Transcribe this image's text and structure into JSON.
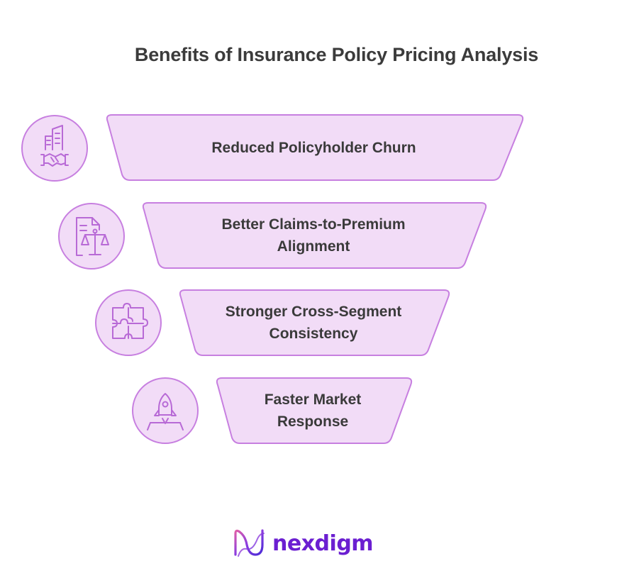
{
  "title": "Benefits of Insurance Policy Pricing Analysis",
  "colors": {
    "fill": "#f2dcf7",
    "stroke": "#c77fe0",
    "icon": "#b86ad6",
    "title": "#3b3b3b",
    "brand": "#6b1fd1"
  },
  "benefits": [
    {
      "line1": "Reduced Policyholder Churn",
      "line2": "",
      "icon": "buildings-handshake-icon"
    },
    {
      "line1": "Better Claims-to-Premium",
      "line2": "Alignment",
      "icon": "document-scales-icon"
    },
    {
      "line1": "Stronger Cross-Segment",
      "line2": "Consistency",
      "icon": "puzzle-icon"
    },
    {
      "line1": "Faster Market",
      "line2": "Response",
      "icon": "rocket-launch-icon"
    }
  ],
  "brand": {
    "name": "nexdigm",
    "logo_icon": "nexdigm-wave-icon"
  }
}
